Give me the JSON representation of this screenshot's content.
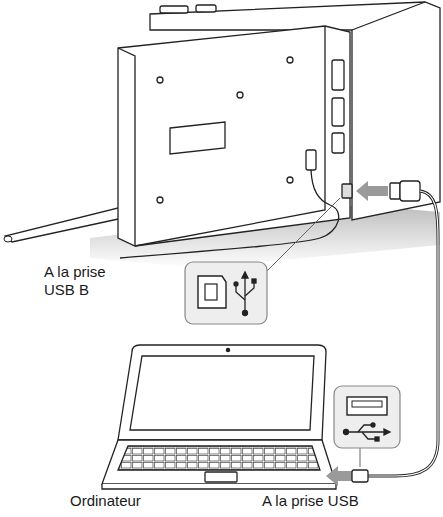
{
  "diagram": {
    "labels": [
      "A la prise USB B",
      "Ordinateur",
      "A la prise USB"
    ]
  }
}
